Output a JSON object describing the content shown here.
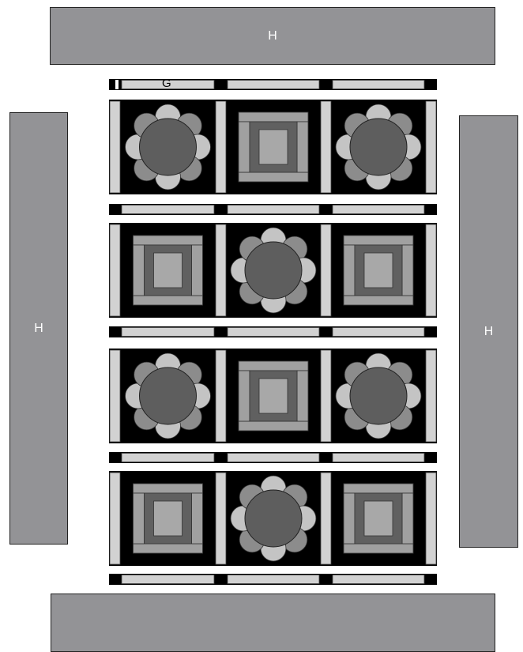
{
  "borders": {
    "top": {
      "label": "H"
    },
    "left": {
      "label": "H"
    },
    "right": {
      "label": "H"
    },
    "bottom": {
      "label": ""
    }
  },
  "sashing": {
    "label": "G"
  },
  "colors": {
    "border_fill": "#939396",
    "block_background": "#000000",
    "sashing_light": "#d2d2d2",
    "log_cabin_outer": "#a0a0a0",
    "log_cabin_inner": "#606060",
    "log_cabin_center": "#a8a8a8",
    "flower_center": "#5e5e5e",
    "petal_dark": "#8c8c8c",
    "petal_light": "#c4c4c4"
  },
  "block_layout": [
    [
      "flower",
      "log-cabin",
      "flower"
    ],
    [
      "log-cabin",
      "flower",
      "log-cabin"
    ],
    [
      "flower",
      "log-cabin",
      "flower"
    ],
    [
      "log-cabin",
      "flower",
      "log-cabin"
    ]
  ]
}
